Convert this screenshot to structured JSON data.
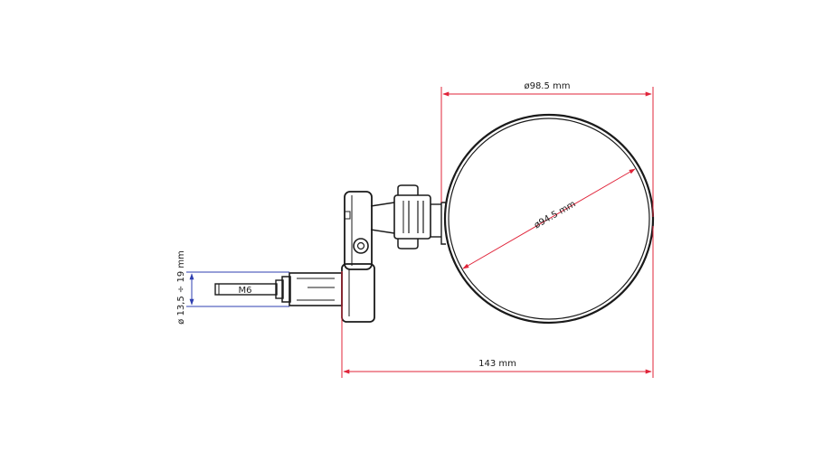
{
  "dimensions": {
    "outer_diameter": "ø98.5 mm",
    "inner_diameter": "ø94.5 mm",
    "total_length": "143 mm",
    "clamp_range": "ø 13,5 ÷ 19 mm",
    "thread": "M6"
  },
  "colors": {
    "dimension_red": "#e0243a",
    "dimension_blue": "#2f3fb0",
    "outline": "#1a1a1a"
  }
}
